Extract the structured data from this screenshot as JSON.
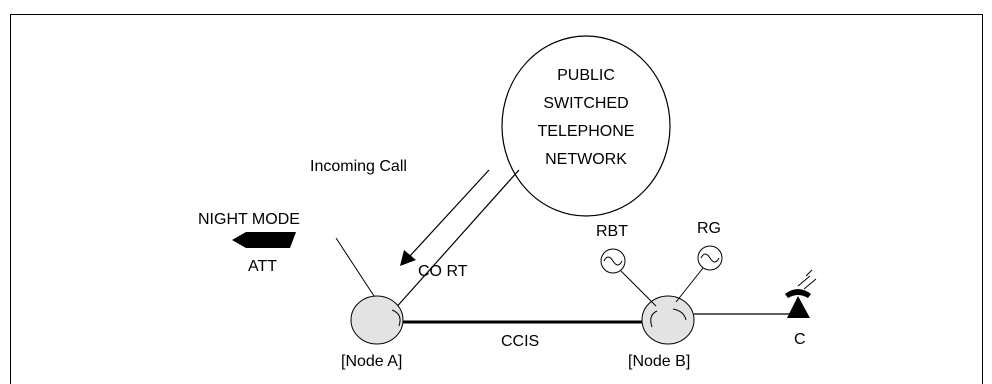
{
  "diagram": {
    "network_label_lines": [
      "PUBLIC",
      "SWITCHED",
      "TELEPHONE",
      "NETWORK"
    ],
    "incoming_call": "Incoming Call",
    "night_mode": "NIGHT MODE",
    "att": "ATT",
    "co_rt": "CO RT",
    "rbt": "RBT",
    "rg": "RG",
    "ccis": "CCIS",
    "node_a": "[Node A]",
    "node_b": "[Node B]",
    "terminal_c": "C"
  },
  "icons": {
    "att_console": "attendant-console-icon",
    "telephone": "telephone-icon",
    "rbt_tone": "sine-wave-icon",
    "rg_tone": "sine-wave-icon"
  },
  "colors": {
    "node_fill": "#e3e3e3",
    "line": "#000000",
    "background": "#ffffff"
  }
}
